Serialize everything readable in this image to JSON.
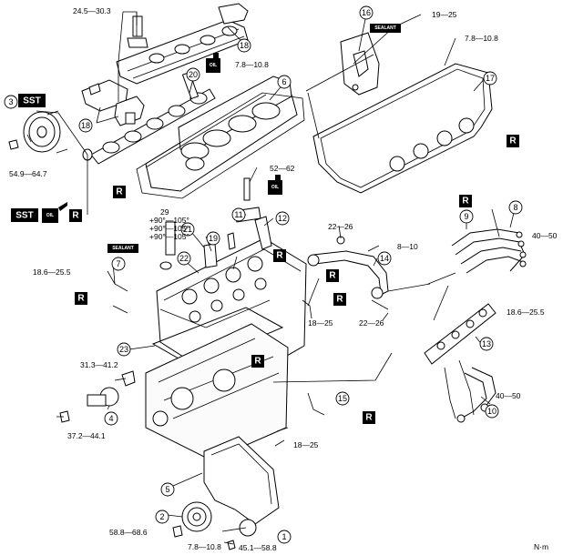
{
  "callouts": [
    "1",
    "2",
    "3",
    "4",
    "5",
    "6",
    "7",
    "8",
    "9",
    "10",
    "11",
    "12",
    "13",
    "14",
    "15",
    "16",
    "17",
    "18",
    "19",
    "20",
    "21",
    "22",
    "23"
  ],
  "torques": {
    "t_24_5": "24.5—30.3",
    "t_19_25": "19—25",
    "t_7_8_a": "7.8—10.8",
    "t_7_8_b": "7.8—10.8",
    "t_7_8_c": "7.8—10.8",
    "t_54_9": "54.9—64.7",
    "t_52_62": "52—62",
    "t_29": "29",
    "t_90_1": "+90°—105°",
    "t_90_2": "+90°—105°",
    "t_90_3": "+90°—105°",
    "t_22_26_a": "22—26",
    "t_8_10": "8—10",
    "t_40_50_a": "40—50",
    "t_18_6_a": "18.6—25.5",
    "t_18_6_b": "18.6—25.5",
    "t_18_25_a": "18—25",
    "t_22_26_b": "22—26",
    "t_31_3": "31.3—41.2",
    "t_37_2": "37.2—44.1",
    "t_40_50_b": "40—50",
    "t_18_25_b": "18—25",
    "t_58_8": "58.8—68.6",
    "t_45_1": "45.1—58.8"
  },
  "badges": {
    "sst": "SST",
    "r": "R",
    "oil": "OIL",
    "sealant": "SEALANT"
  },
  "unit": "N·m"
}
